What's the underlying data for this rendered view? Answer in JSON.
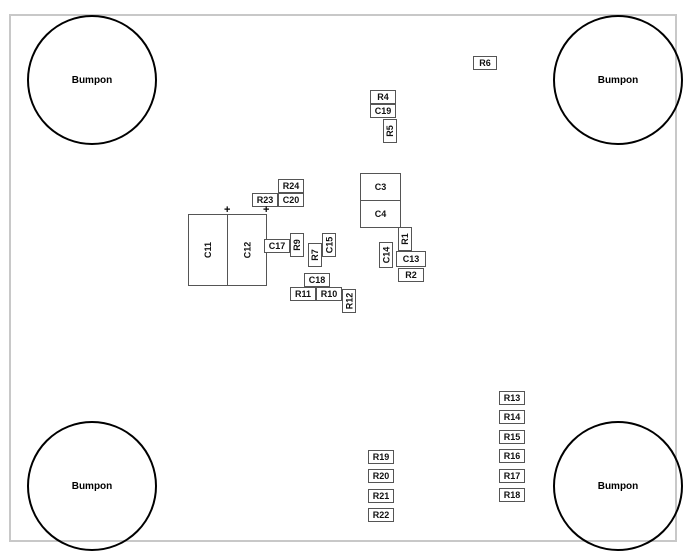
{
  "bumpon_label": "Bumpon",
  "polarity_mark": "+",
  "components": {
    "R6": "R6",
    "R4": "R4",
    "C19": "C19",
    "R5": "R5",
    "C3": "C3",
    "C4": "C4",
    "R24": "R24",
    "R23": "R23",
    "C20": "C20",
    "C11": "C11",
    "C12": "C12",
    "C17": "C17",
    "R9": "R9",
    "R7": "R7",
    "C15": "C15",
    "C14": "C14",
    "R1": "R1",
    "C13": "C13",
    "R2": "R2",
    "C18": "C18",
    "R11": "R11",
    "R10": "R10",
    "R12": "R12",
    "R13": "R13",
    "R14": "R14",
    "R15": "R15",
    "R16": "R16",
    "R17": "R17",
    "R18": "R18",
    "R19": "R19",
    "R20": "R20",
    "R21": "R21",
    "R22": "R22"
  }
}
